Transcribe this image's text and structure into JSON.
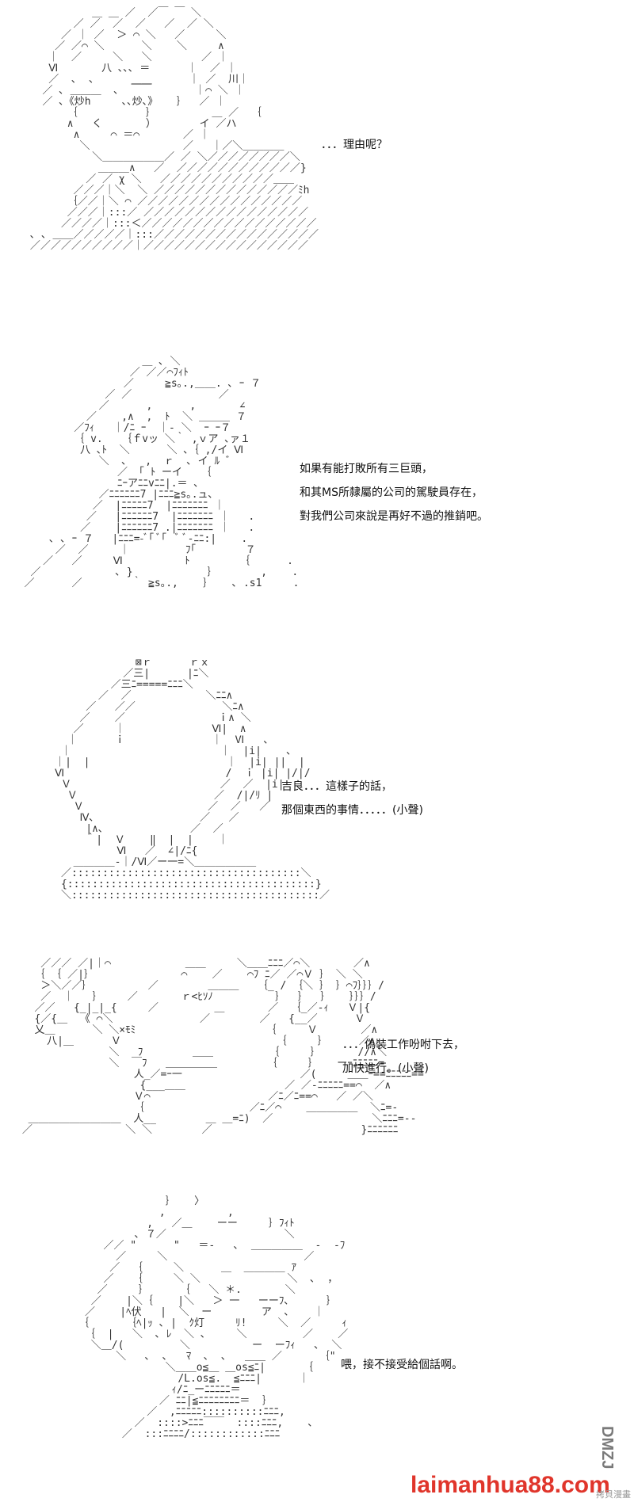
{
  "panels": [
    {
      "dialogue": [
        "．．．理由呢？"
      ]
    },
    {
      "dialogue": [
        "如果有能打敗所有三巨頭，",
        "和其MS所隸屬的公司的駕駛員存在，",
        "對我們公司來說是再好不過的推銷吧。"
      ]
    },
    {
      "dialogue": [
        "吉良．．．這樣子的話，",
        "那個東西的事情．．．．．(小聲)"
      ]
    },
    {
      "dialogue": [
        "．．．偽裝工作吩咐下去，",
        "加快進行。(小聲)"
      ]
    },
    {
      "dialogue": [
        "喂，接不接受給個話啊。"
      ]
    }
  ],
  "watermark": {
    "text": "laimanhua88.com",
    "color": "#e0352b"
  },
  "corner_logo": {
    "text": "DMZJ",
    "sub": "拷貝漫畫"
  }
}
